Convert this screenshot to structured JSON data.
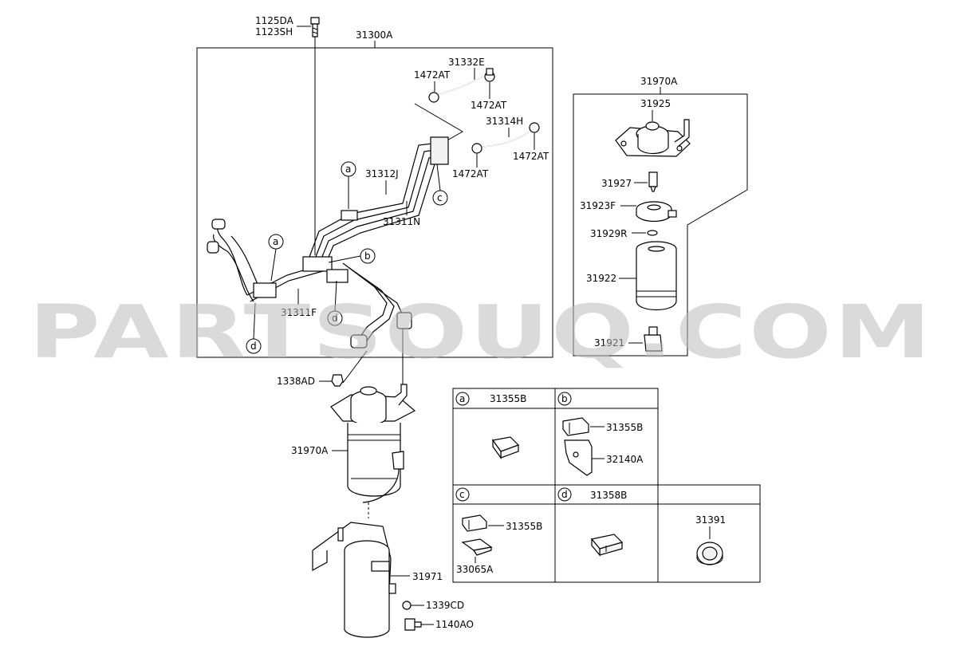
{
  "watermark": "PARTSOUQ.COM",
  "labels": {
    "l1125DA": "1125DA",
    "l1123SH": "1123SH",
    "l31300A": "31300A",
    "l31332E": "31332E",
    "l1472AT_a": "1472AT",
    "l1472AT_b": "1472AT",
    "l31314H": "31314H",
    "l1472AT_c": "1472AT",
    "l1472AT_d": "1472AT",
    "l31312J": "31312J",
    "l31311N": "31311N",
    "l31311F": "31311F",
    "l31970A_top": "31970A",
    "l31925": "31925",
    "l31927": "31927",
    "l31923F": "31923F",
    "l31929R": "31929R",
    "l31922": "31922",
    "l31921": "31921",
    "l1338AD": "1338AD",
    "l31970A_low": "31970A",
    "l31971": "31971",
    "l1339CD": "1339CD",
    "l1140AO": "1140AO"
  },
  "callouts": {
    "a": "a",
    "b": "b",
    "c": "c",
    "d": "d"
  },
  "legend": {
    "cell_a_key": "a",
    "cell_a_part": "31355B",
    "cell_b_key": "b",
    "cell_b_part1": "31355B",
    "cell_b_part2": "32140A",
    "cell_c_key": "c",
    "cell_c_part1": "31355B",
    "cell_c_part2": "33065A",
    "cell_d_key": "d",
    "cell_d_part": "31358B",
    "cell_e_part": "31391"
  }
}
